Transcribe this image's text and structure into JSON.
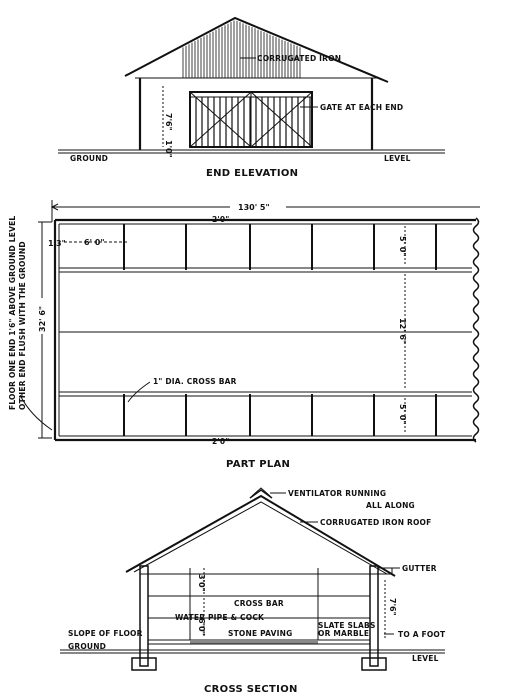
{
  "end_elevation": {
    "title": "END ELEVATION",
    "labels": {
      "roof": "CORRUGATED IRON",
      "gate": "GATE AT EACH END",
      "ground": "GROUND",
      "level": "LEVEL",
      "height_dim": "7'6\"",
      "base_dim": "1'0\""
    }
  },
  "part_plan": {
    "title": "PART PLAN",
    "labels": {
      "length_dim": "130' 5\"",
      "width_dim": "32' 6\"",
      "bay_dim": "6' 0\"",
      "edge_dim": "1'3\"",
      "pen_depth_top": "5' 0\"",
      "aisle_dim": "12' 6\"",
      "pen_depth_bottom": "5' 0\"",
      "cross_bar": "1\" DIA. CROSS BAR",
      "floor_note_1": "FLOOR ONE END 1'6\" ABOVE GROUND LEVEL",
      "floor_note_2": "OTHER END FLUSH WITH THE GROUND",
      "tick_top": "2'0\"",
      "tick_bottom": "2'0\""
    }
  },
  "cross_section": {
    "title": "CROSS SECTION",
    "labels": {
      "ventilator_1": "VENTILATOR RUNNING",
      "ventilator_2": "ALL ALONG",
      "roof": "CORRUGATED IRON ROOF",
      "gutter": "GUTTER",
      "cross_bar": "CROSS BAR",
      "water_pipe": "WATER PIPE & COCK",
      "stone_paving": "STONE PAVING",
      "slope": "SLOPE OF FLOOR",
      "slate_1": "SLATE SLABS",
      "slate_2": "OR MARBLE",
      "to_foot": "TO A FOOT",
      "ground": "GROUND",
      "level": "LEVEL",
      "dim_top": "3'0\"",
      "dim_mid": "6'0\"",
      "dim_side": "7'6\""
    }
  }
}
